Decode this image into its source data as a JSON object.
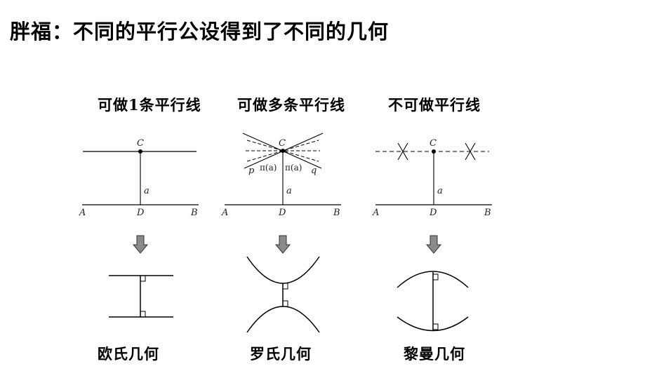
{
  "title": "胖福：不同的平行公设得到了不同的几何",
  "panels": [
    {
      "caption": "可做1条平行线",
      "geometry": "欧氏几何",
      "labels": {
        "c": "C",
        "a": "a",
        "left": "A",
        "foot": "D",
        "right": "B"
      }
    },
    {
      "caption": "可做多条平行线",
      "geometry": "罗氏几何",
      "labels": {
        "c": "C",
        "a": "a",
        "left": "A",
        "foot": "D",
        "right": "B",
        "p": "p",
        "q": "q",
        "pi_left": "π(a)",
        "pi_right": "π(a)"
      }
    },
    {
      "caption": "不可做平行线",
      "geometry": "黎曼几何",
      "labels": {
        "c": "C",
        "a": "a",
        "left": "A",
        "foot": "D",
        "right": "B"
      }
    }
  ],
  "icons": {
    "transition": "down-arrow-icon",
    "cross": "cross-mark-icon",
    "right_angle": "right-angle-marker"
  },
  "colors": {
    "line": "#000000",
    "arrow": "#555555",
    "text": "#000000"
  }
}
